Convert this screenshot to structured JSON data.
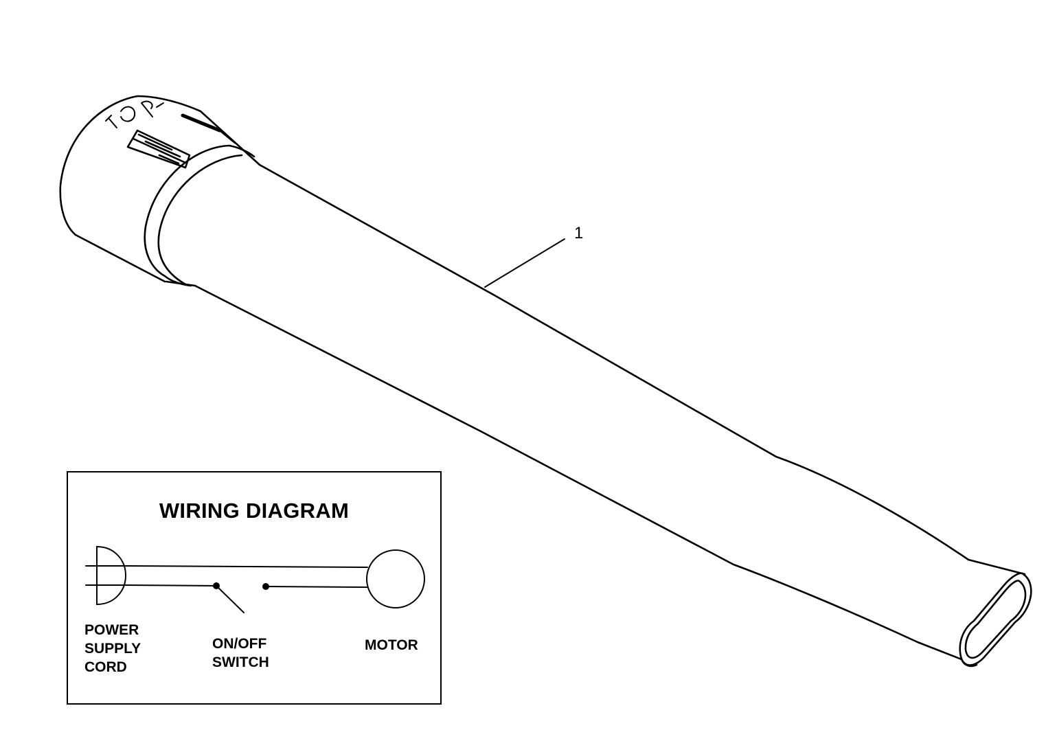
{
  "callout": {
    "number": "1"
  },
  "wiring_diagram": {
    "title": "WIRING DIAGRAM",
    "labels": {
      "power_supply_cord": "POWER\nSUPPLY\nCORD",
      "on_off_switch": "ON/OFF\nSWITCH",
      "motor": "MOTOR"
    }
  },
  "colors": {
    "line": "#000000",
    "background": "#ffffff"
  }
}
